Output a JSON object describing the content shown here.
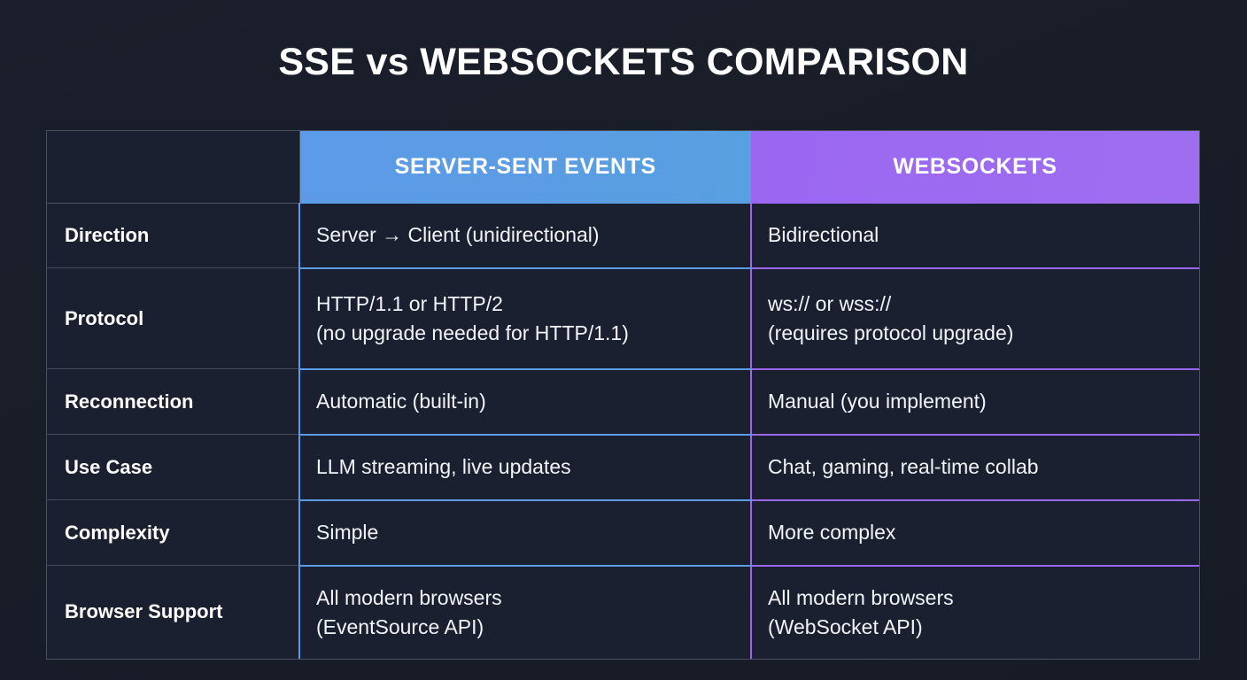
{
  "page": {
    "title": "SSE vs WEBSOCKETS COMPARISON",
    "background_color": "#1b1f2b",
    "accent_sse": "#5b9be8",
    "accent_ws": "#9b66f2",
    "border_color": "#4a5161"
  },
  "table": {
    "headers": {
      "label_column": "",
      "sse": "SERVER-SENT EVENTS",
      "websockets": "WEBSOCKETS"
    },
    "rows": [
      {
        "label": "Direction",
        "sse_line1": "Server → Client (unidirectional)",
        "sse_line2": "",
        "ws_line1": "Bidirectional",
        "ws_line2": ""
      },
      {
        "label": "Protocol",
        "sse_line1": "HTTP/1.1 or HTTP/2",
        "sse_line2": "(no upgrade needed for HTTP/1.1)",
        "ws_line1": "ws:// or wss://",
        "ws_line2": "(requires protocol upgrade)"
      },
      {
        "label": "Reconnection",
        "sse_line1": "Automatic (built-in)",
        "sse_line2": "",
        "ws_line1": "Manual (you implement)",
        "ws_line2": ""
      },
      {
        "label": "Use Case",
        "sse_line1": "LLM streaming, live updates",
        "sse_line2": "",
        "ws_line1": "Chat, gaming, real-time collab",
        "ws_line2": ""
      },
      {
        "label": "Complexity",
        "sse_line1": "Simple",
        "sse_line2": "",
        "ws_line1": "More complex",
        "ws_line2": ""
      },
      {
        "label": "Browser Support",
        "sse_line1": "All modern browsers",
        "sse_line2": "(EventSource API)",
        "ws_line1": "All modern browsers",
        "ws_line2": "(WebSocket API)"
      }
    ]
  }
}
